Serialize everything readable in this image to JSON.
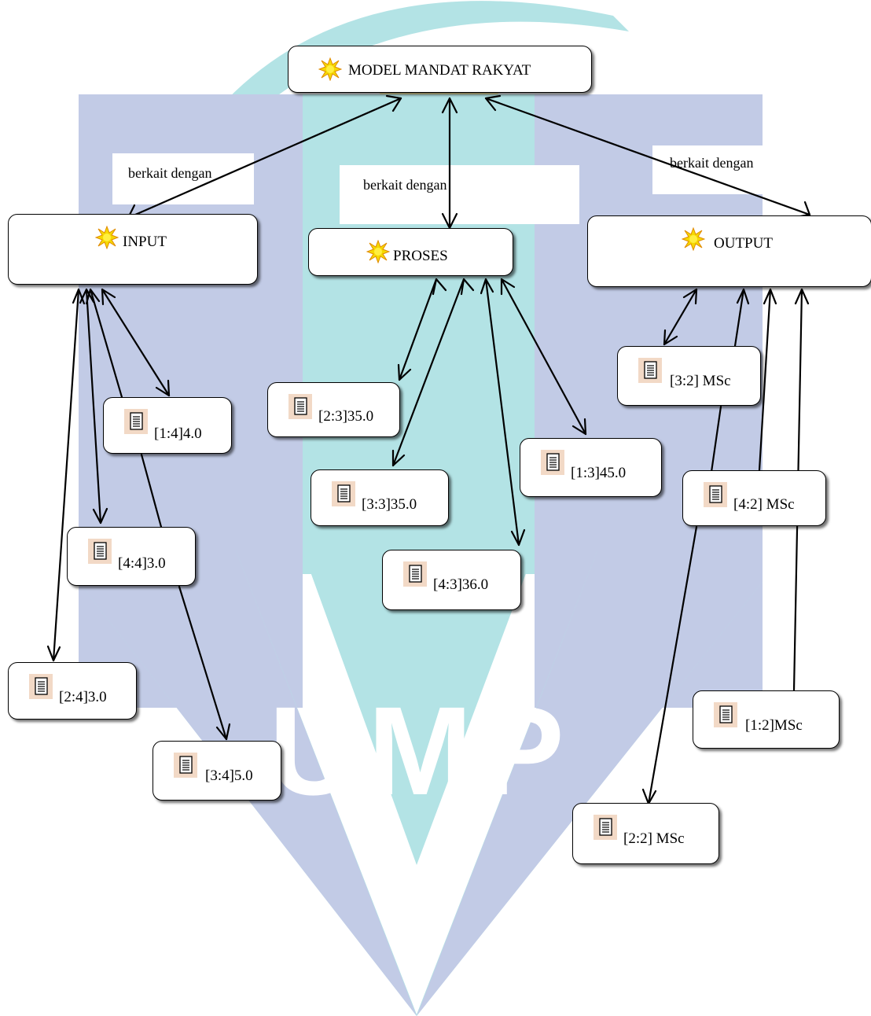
{
  "watermark": {
    "text": "UMP",
    "colors": {
      "blue": "#c2cbe6",
      "teal": "#b3e3e5",
      "yellow": "#fdf1a8"
    }
  },
  "root": {
    "label": "MODEL MANDAT RAKYAT",
    "icon": "star-burst-icon"
  },
  "relations": {
    "input_label": "berkait dengan",
    "proses_label": "berkait  dengan",
    "output_label": "berkait dengan"
  },
  "categories": {
    "input": {
      "label": "INPUT",
      "icon": "star-burst-icon"
    },
    "proses": {
      "label": "PROSES",
      "icon": "star-burst-icon"
    },
    "output": {
      "label": "OUTPUT",
      "icon": "star-burst-icon"
    }
  },
  "items": {
    "input": [
      "[1:4]4.0",
      "[4:4]3.0",
      "[2:4]3.0",
      "[3:4]5.0"
    ],
    "proses": [
      "[2:3]35.0",
      "[3:3]35.0",
      "[1:3]45.0",
      "[4:3]36.0"
    ],
    "output": [
      "[3:2] MSc",
      "[4:2] MSc",
      "[1:2]MSc",
      "[2:2] MSc"
    ]
  },
  "item_icon": "document-icon"
}
